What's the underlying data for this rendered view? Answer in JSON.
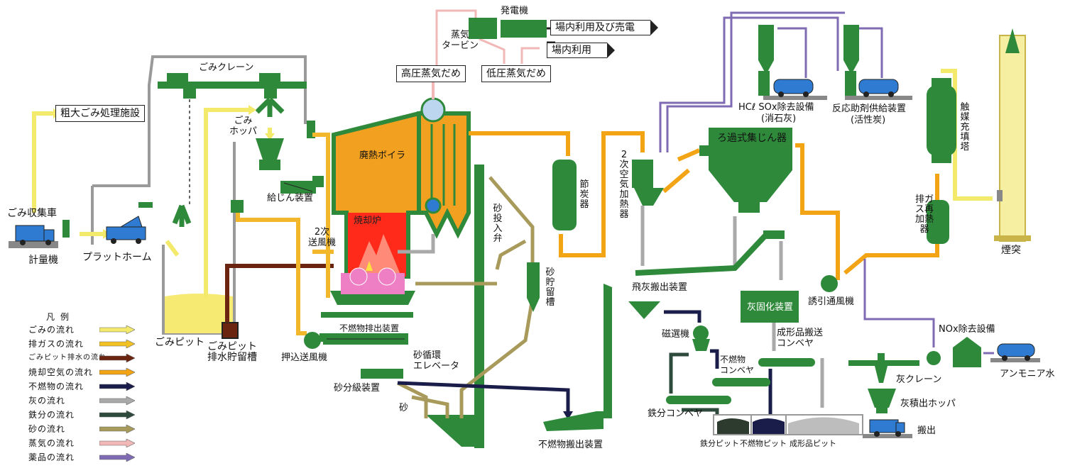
{
  "diagram": {
    "labels": {
      "generator": "発電機",
      "power_use_sale": "場内利用及び売電",
      "inhouse_use": "場内利用",
      "steam_turbine": "蒸気\nタービン",
      "hp_header": "高圧蒸気だめ",
      "lp_header": "低圧蒸気だめ",
      "waste_crane": "ごみクレーン",
      "bulky_facility": "粗大ごみ処理施設",
      "hopper": "ごみ\nホッパ",
      "feeder": "給じん装置",
      "collection_truck": "ごみ収集車",
      "weighbridge": "計量機",
      "platform": "プラットホーム",
      "waste_pit": "ごみピット",
      "drain_tank": "ごみピット\n排水貯留槽",
      "push_fan": "押込送風機",
      "secondary_fan": "2次\n送風機",
      "boiler": "廃熱ボイラ",
      "furnace": "焼却炉",
      "incombustible_discharge": "不燃物排出装置",
      "sand_elevator": "砂循環\nエレベータ",
      "sand_classifier": "砂分級装置",
      "sand": "砂",
      "sand_valve": "砂投入弁",
      "sand_tank": "砂貯留槽",
      "economizer": "節炭器",
      "secondary_air_heater": "2次空気加熱器",
      "bag_filter": "ろ過式集じん器",
      "hcl_sox": "HCℓ SOx除去設備",
      "slaked_lime": "(消石灰)",
      "reagent_supply": "反応助剤供給装置",
      "activated_carbon": "(活性炭)",
      "catalyst_tower": "触媒充填塔",
      "gas_reheater": "排ガス再加熱器",
      "stack": "煙突",
      "fly_ash_conveyor": "飛灰搬出装置",
      "ash_solidifier": "灰固化装置",
      "induced_fan": "誘引通風機",
      "nox_removal": "NOx除去設備",
      "ammonia": "アンモニア水",
      "magnetic_separator": "磁選機",
      "product_conveyor": "成形品搬送\nコンベヤ",
      "incombustible_conveyor": "不燃物\nコンベヤ",
      "iron_conveyor": "鉄分コンベヤ",
      "ash_crane": "灰クレーン",
      "ash_hopper": "灰積出ホッパ",
      "shipping": "搬出",
      "incombustible_out": "不燃物搬出装置",
      "iron_pit": "鉄分ピット",
      "incombustible_pit": "不燃物ピット",
      "product_pit": "成形品ピット"
    },
    "legend": {
      "title": "凡例",
      "items": [
        {
          "label": "ごみの流れ",
          "color": "#f3ea6c"
        },
        {
          "label": "排ガスの流れ",
          "color": "#f2c224"
        },
        {
          "label": "ごみピット排水の流れ",
          "color": "#6b2410"
        },
        {
          "label": "焼却空気の流れ",
          "color": "#f2a414"
        },
        {
          "label": "不燃物の流れ",
          "color": "#1a1c4a"
        },
        {
          "label": "灰の流れ",
          "color": "#a9a9a9"
        },
        {
          "label": "鉄分の流れ",
          "color": "#2d4a3c"
        },
        {
          "label": "砂の流れ",
          "color": "#a89a5a"
        },
        {
          "label": "蒸気の流れ",
          "color": "#f2b7b7"
        },
        {
          "label": "薬品の流れ",
          "color": "#7e6bb3"
        }
      ]
    },
    "colors": {
      "equipment": "#2e8a3a",
      "boiler": "#f2a020",
      "furnace_hot": "#ff2a1a",
      "pink": "#ef7fc4"
    }
  }
}
